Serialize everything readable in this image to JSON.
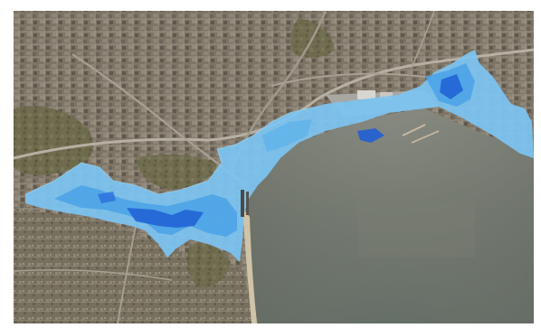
{
  "map": {
    "type": "satellite-flood-overlay",
    "layers": [
      "satellite-imagery",
      "flood-extent-light",
      "flood-depth-deep"
    ],
    "colors": {
      "frame_border": "#ffffff",
      "urban_base": "#7d7466",
      "urban_dark": "#5f584c",
      "vegetation": "#6b6b4a",
      "road": "#b7b0a3",
      "port": "#a9a7a2",
      "water_top": "#8a8c82",
      "water_bottom": "#5f6a63",
      "flood_light": "#7cc4f2",
      "flood_mid": "#4aa2e6",
      "flood_deep": "#1f5fd4",
      "beach": "#cfc3a8"
    }
  }
}
